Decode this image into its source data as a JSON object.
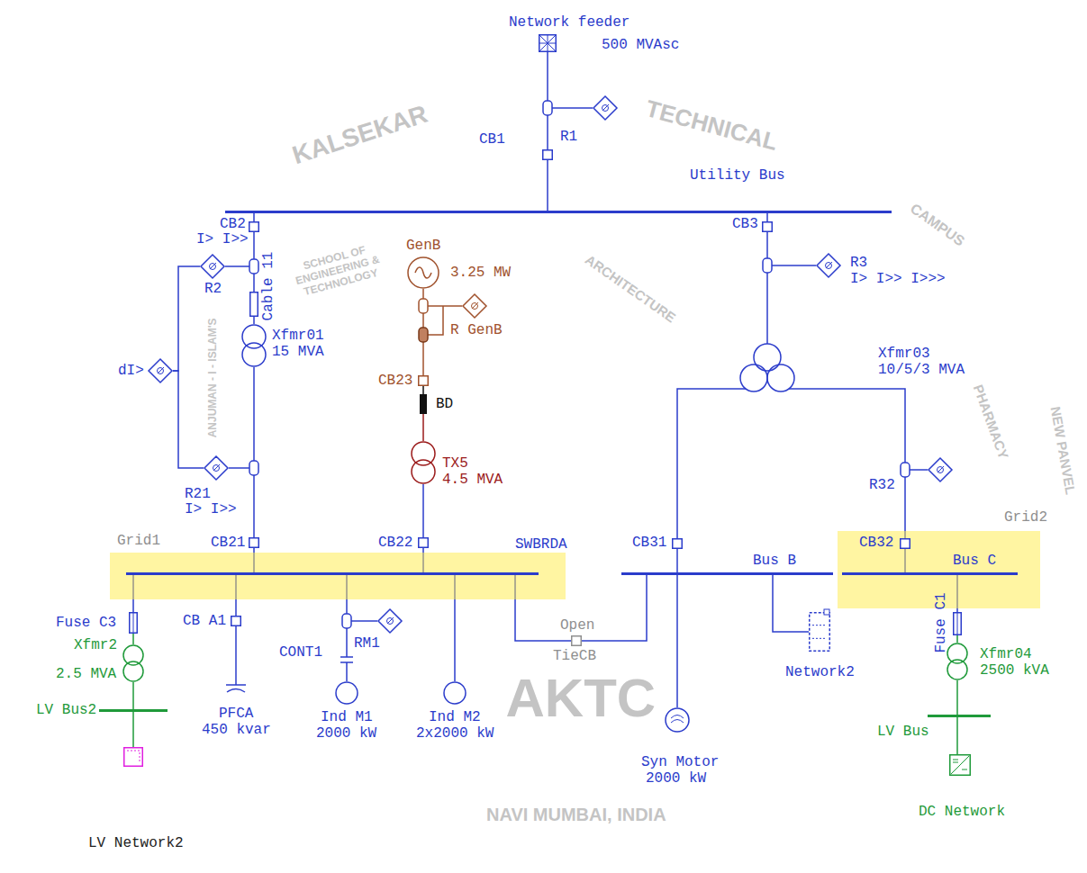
{
  "diagram": {
    "nodes": [
      {
        "text": [
          "Network feeder",
          "500 MVAsc"
        ]
      },
      {
        "text": [
          "R1"
        ]
      },
      {
        "text": [
          "CB1"
        ]
      },
      {
        "text": [
          "Utility Bus"
        ]
      },
      {
        "text": [
          "CB2",
          "I> I>>"
        ]
      },
      {
        "text": [
          "CB3"
        ]
      },
      {
        "text": [
          "R2"
        ]
      },
      {
        "text": [
          "GenB",
          "3.25 MW"
        ]
      },
      {
        "text": [
          "R3",
          "I> I>> I>>>"
        ]
      },
      {
        "text": [
          "Cable 11"
        ]
      },
      {
        "text": [
          "R GenB"
        ]
      },
      {
        "text": [
          "Xfmr01",
          "15 MVA"
        ]
      },
      {
        "text": [
          "dI>"
        ]
      },
      {
        "text": [
          "Xfmr03",
          "10/5/3 MVA"
        ]
      },
      {
        "text": [
          "CB23"
        ]
      },
      {
        "text": [
          "BD"
        ]
      },
      {
        "text": [
          "TX5",
          "4.5 MVA"
        ]
      },
      {
        "text": [
          "R21",
          "I> I>>"
        ]
      },
      {
        "text": [
          "R32"
        ]
      },
      {
        "text": [
          "Grid1"
        ]
      },
      {
        "text": [
          "SWBRDA"
        ],
        "in": 19
      },
      {
        "text": [
          "CB21"
        ]
      },
      {
        "text": [
          "CB22"
        ]
      },
      {
        "text": [
          "CB31"
        ]
      },
      {
        "text": [
          "Bus B"
        ]
      },
      {
        "text": [
          "Grid2"
        ]
      },
      {
        "text": [
          "CB32"
        ],
        "in": 25
      },
      {
        "text": [
          "Bus C"
        ],
        "in": 25
      },
      {
        "text": [
          "Fuse C3"
        ]
      },
      {
        "text": [
          "CB A1"
        ]
      },
      {
        "text": [
          "RM1"
        ]
      },
      {
        "text": [
          "Open",
          "TieCB"
        ]
      },
      {
        "text": [
          "Network2"
        ]
      },
      {
        "text": [
          "Fuse C1"
        ]
      },
      {
        "text": [
          "Xfmr2",
          "2.5 MVA"
        ]
      },
      {
        "text": [
          "CONT1"
        ]
      },
      {
        "text": [
          "Xfmr04",
          "2500 kVA"
        ]
      },
      {
        "text": [
          "PFCA",
          "450 kvar"
        ]
      },
      {
        "text": [
          "Ind M1",
          "2000 kW"
        ]
      },
      {
        "text": [
          "Ind M2",
          "2x2000 kW"
        ]
      },
      {
        "text": [
          "LV Bus2"
        ]
      },
      {
        "text": [
          "LV Bus"
        ]
      },
      {
        "text": [
          "Syn Motor",
          "2000 kW"
        ]
      },
      {
        "text": [
          "LV Network2"
        ]
      },
      {
        "text": [
          "DC Network"
        ]
      }
    ],
    "edges": [
      {
        "from": 0,
        "to": 2,
        "arrow": "none"
      },
      {
        "from": 2,
        "to": 3,
        "arrow": "none"
      },
      {
        "from": 3,
        "to": 4,
        "arrow": "none"
      },
      {
        "from": 3,
        "to": 5,
        "arrow": "none"
      },
      {
        "from": 4,
        "to": 9,
        "arrow": "none"
      },
      {
        "from": 9,
        "to": 11,
        "arrow": "none"
      },
      {
        "from": 11,
        "to": 21,
        "arrow": "none"
      },
      {
        "from": 6,
        "to": 12,
        "arrow": "none"
      },
      {
        "from": 12,
        "to": 17,
        "arrow": "none"
      },
      {
        "from": 7,
        "to": 14,
        "arrow": "none"
      },
      {
        "from": 14,
        "to": 15,
        "arrow": "none"
      },
      {
        "from": 15,
        "to": 16,
        "arrow": "none"
      },
      {
        "from": 16,
        "to": 22,
        "arrow": "none"
      },
      {
        "from": 5,
        "to": 13,
        "arrow": "none"
      },
      {
        "from": 13,
        "to": 23,
        "arrow": "none"
      },
      {
        "from": 13,
        "to": 26,
        "arrow": "none"
      },
      {
        "from": 21,
        "to": 20,
        "arrow": "none"
      },
      {
        "from": 22,
        "to": 20,
        "arrow": "none"
      },
      {
        "from": 23,
        "to": 24,
        "arrow": "none"
      },
      {
        "from": 26,
        "to": 27,
        "arrow": "none"
      },
      {
        "from": 20,
        "to": 28,
        "arrow": "none"
      },
      {
        "from": 20,
        "to": 29,
        "arrow": "none"
      },
      {
        "from": 20,
        "to": 35,
        "arrow": "none"
      },
      {
        "from": 20,
        "to": 39,
        "arrow": "none"
      },
      {
        "from": 20,
        "to": 31,
        "arrow": "none"
      },
      {
        "from": 31,
        "to": 24,
        "arrow": "none"
      },
      {
        "from": 24,
        "to": 42,
        "arrow": "none"
      },
      {
        "from": 24,
        "to": 32,
        "arrow": "none"
      },
      {
        "from": 27,
        "to": 33,
        "arrow": "none"
      },
      {
        "from": 28,
        "to": 34,
        "arrow": "none"
      },
      {
        "from": 34,
        "to": 40,
        "arrow": "none"
      },
      {
        "from": 40,
        "to": 43,
        "arrow": "none"
      },
      {
        "from": 29,
        "to": 37,
        "arrow": "none"
      },
      {
        "from": 35,
        "to": 38,
        "arrow": "none"
      },
      {
        "from": 33,
        "to": 36,
        "arrow": "none"
      },
      {
        "from": 36,
        "to": 41,
        "arrow": "none"
      },
      {
        "from": 41,
        "to": 44,
        "arrow": "none"
      }
    ],
    "labels": [
      "KALSEKAR",
      "TECHNICAL",
      "CAMPUS",
      "SCHOOL OF ENGINEERING & TECHNOLOGY",
      "ARCHITECTURE",
      "ANJUMAN - I - ISLAM'S",
      "PHARMACY",
      "NEW PANVEL",
      "AKTC",
      "NAVI MUMBAI, INDIA"
    ]
  }
}
